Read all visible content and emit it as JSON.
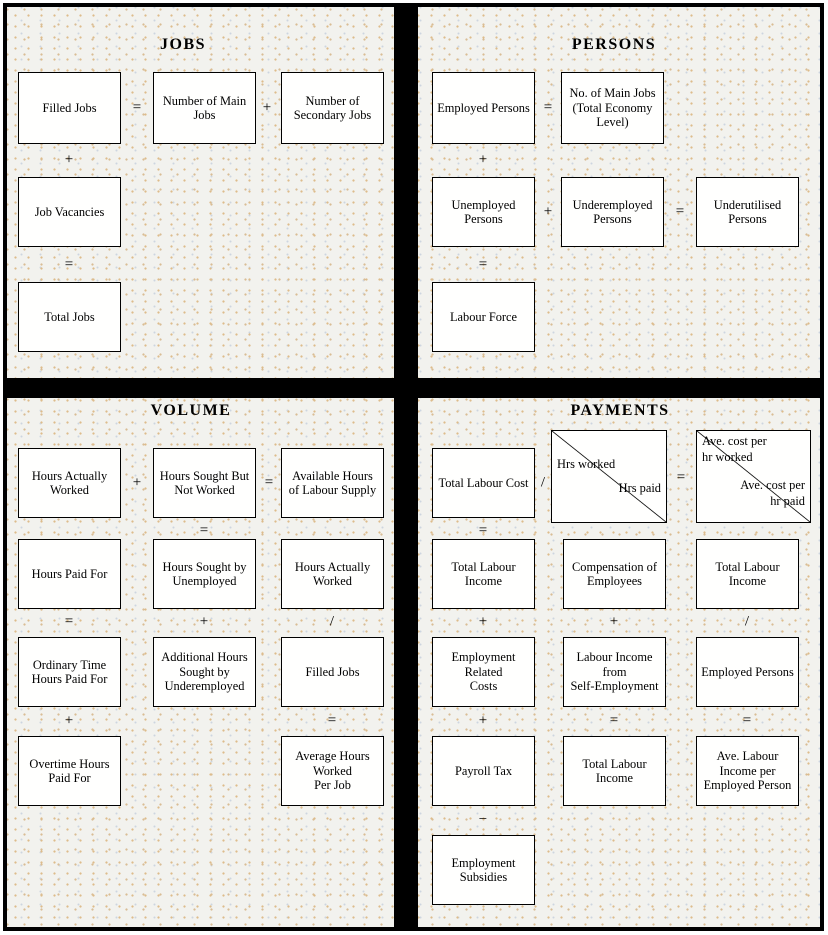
{
  "colors": {
    "frame": "#000000",
    "panel_background": "#f2f2ee",
    "dot_accent_tan": "#ddbc8c",
    "dot_accent_blue": "#cdd5e0",
    "box_fill": "#fffffe",
    "box_border": "#000000",
    "text": "#000000"
  },
  "quadrants": {
    "jobs": {
      "title": "JOBS",
      "boxes": [
        {
          "label": "Filled Jobs"
        },
        {
          "label": "Number of Main\nJobs"
        },
        {
          "label": "Number of\nSecondary Jobs"
        },
        {
          "label": "Job Vacancies"
        },
        {
          "label": "Total Jobs"
        }
      ],
      "ops": [
        "=",
        "+",
        "+",
        "="
      ]
    },
    "persons": {
      "title": "PERSONS",
      "boxes": [
        {
          "label": "Employed Persons"
        },
        {
          "label": "No. of Main Jobs\n(Total Economy\nLevel)"
        },
        {
          "label": "Unemployed\nPersons"
        },
        {
          "label": "Underemployed\nPersons"
        },
        {
          "label": "Underutilised\nPersons"
        },
        {
          "label": "Labour Force"
        }
      ],
      "ops": [
        "=",
        "+",
        "+",
        "=",
        "="
      ]
    },
    "volume": {
      "title": "VOLUME",
      "boxes": [
        {
          "label": "Hours Actually\nWorked"
        },
        {
          "label": "Hours Sought But\nNot Worked"
        },
        {
          "label": "Available Hours\nof Labour Supply"
        },
        {
          "label": "Hours Paid For"
        },
        {
          "label": "Hours Sought by\nUnemployed"
        },
        {
          "label": "Hours Actually\nWorked"
        },
        {
          "label": "Ordinary Time\nHours Paid For"
        },
        {
          "label": "Additional Hours\nSought by\nUnderemployed"
        },
        {
          "label": "Filled Jobs"
        },
        {
          "label": "Overtime Hours\nPaid For"
        },
        {
          "label": "Average Hours\nWorked\nPer Job"
        }
      ],
      "ops": [
        "+",
        "=",
        "=",
        "=",
        "+",
        "/",
        "+",
        "="
      ]
    },
    "payments": {
      "title": "PAYMENTS",
      "boxes": [
        {
          "label": "Total Labour Cost"
        },
        {
          "label": "Total Labour\nIncome"
        },
        {
          "label": "Compensation of\nEmployees"
        },
        {
          "label": "Total Labour\nIncome"
        },
        {
          "label": "Employment\nRelated\nCosts"
        },
        {
          "label": "Labour Income\nfrom\nSelf-Employment"
        },
        {
          "label": "Employed Persons"
        },
        {
          "label": "Payroll Tax"
        },
        {
          "label": "Total Labour\nIncome"
        },
        {
          "label": "Ave. Labour\nIncome per\nEmployed Person"
        },
        {
          "label": "Employment\nSubsidies"
        }
      ],
      "diag_boxes": [
        {
          "top_label": "Hrs worked",
          "bottom_label": "Hrs paid"
        },
        {
          "top_label": "Ave. cost per\nhr worked",
          "bottom_label": "Ave. cost per\nhr paid"
        }
      ],
      "ops": [
        "/",
        "=",
        "=",
        "+",
        "+",
        "/",
        "+",
        "=",
        "=",
        "−"
      ]
    }
  }
}
